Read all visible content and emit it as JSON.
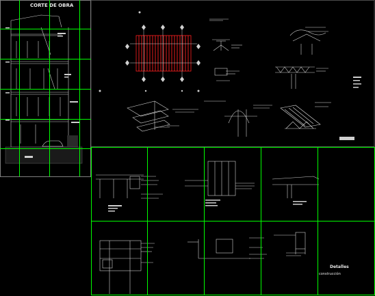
{
  "colors": {
    "background": "#000000",
    "grid": "#00ff00",
    "linework": "#d8d8d8",
    "rafter": "#ff2020",
    "frame": "#808080"
  },
  "left_sheet": {
    "title": "CORTE DE OBRA"
  },
  "stamps": {
    "lower_right_line1": "Detalles",
    "lower_right_line2": "construcción"
  }
}
